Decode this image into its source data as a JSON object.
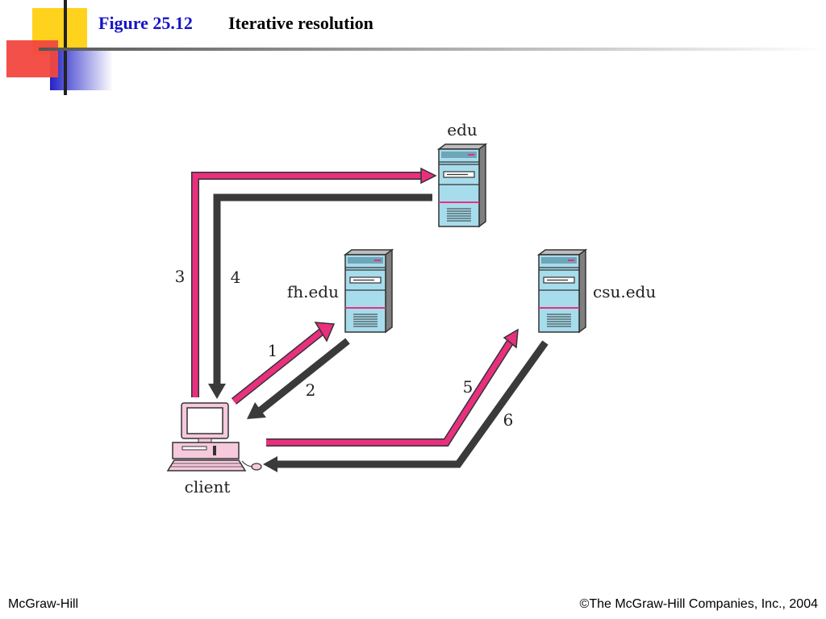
{
  "header": {
    "figure_label": "Figure 25.12",
    "title": "Iterative resolution"
  },
  "diagram": {
    "nodes": {
      "edu": "edu",
      "fh_edu": "fh.edu",
      "csu_edu": "csu.edu",
      "client": "client"
    },
    "steps": [
      "1",
      "2",
      "3",
      "4",
      "5",
      "6"
    ],
    "colors": {
      "query_arrow": "#e8307f",
      "response_arrow": "#3a3a3a",
      "server_body": "#a7dcec",
      "client_body": "#f6c9dc",
      "accent": "#1515c8"
    }
  },
  "footer": {
    "left": "McGraw-Hill",
    "right": "©The McGraw-Hill Companies, Inc., 2004"
  }
}
